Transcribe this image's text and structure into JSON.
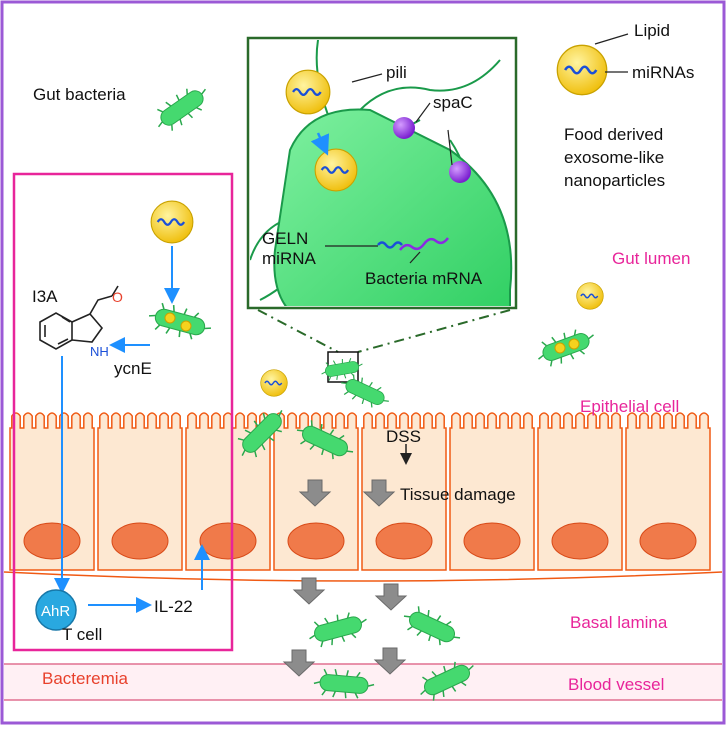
{
  "labels": {
    "gut_bacteria": "Gut bacteria",
    "lipid": "Lipid",
    "mirnas": "miRNAs",
    "food_derived_1": "Food derived",
    "food_derived_2": "exosome-like",
    "food_derived_3": "nanoparticles",
    "pili": "pili",
    "spac": "spaC",
    "geln_1": "GELN",
    "geln_2": "miRNA",
    "bacteria_mrna": "Bacteria mRNA",
    "gut_lumen": "Gut lumen",
    "epithelial_cell": "Epithelial cell",
    "dss": "DSS",
    "tissue_damage": "Tissue damage",
    "basal_lamina": "Basal lamina",
    "blood_vessel": "Blood vessel",
    "bacteremia": "Bacteremia",
    "i3a": "I3A",
    "o_atom": "O",
    "nh": "NH",
    "ycne": "ycnE",
    "ahr": "AhR",
    "il22": "IL-22",
    "t_cell": "T cell"
  },
  "colors": {
    "frame": "#9b59d6",
    "lumen_label": "#e8259a",
    "inset_box": "#e8259a",
    "cell_outline": "#f05a14",
    "cell_fill": "#fde8d2",
    "nucleus": "#f07a4a",
    "bacteria": "#3fd36a",
    "nanoparticle": "#f5d21e",
    "mirna": "#1a4fd8",
    "spac": "#8a2be2",
    "arrow_blue": "#1e90ff",
    "arrow_gray": "#8c8c8c",
    "ahr": "#29a8e0",
    "bacteremia": "#e8412c"
  }
}
